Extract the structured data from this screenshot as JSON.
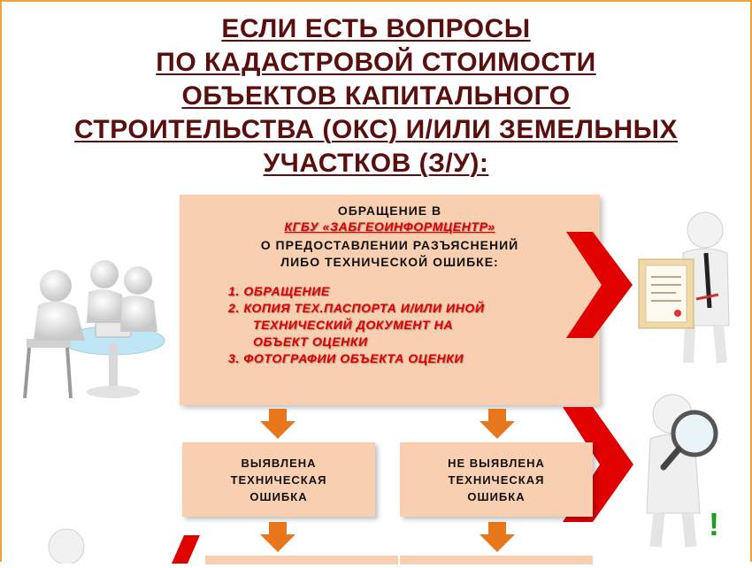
{
  "title": {
    "line1": "ЕСЛИ ЕСТЬ ВОПРОСЫ",
    "line2": "ПО КАДАСТРОВОЙ СТОИМОСТИ",
    "line3": "ОБЪЕКТОВ КАПИТАЛЬНОГО",
    "line4": "СТРОИТЕЛЬСТВА (ОКС) И/ИЛИ ЗЕМЕЛЬНЫХ",
    "line5": "УЧАСТКОВ (З/У):"
  },
  "main_box": {
    "header": "ОБРАЩЕНИЕ В",
    "organization": "КГБУ «ЗАБГЕОИНФОРМЦЕНТР»",
    "subject_line1": "О ПРЕДОСТАВЛЕНИИ РАЗЪЯСНЕНИЙ",
    "subject_line2": "ЛИБО ТЕХНИЧЕСКОЙ ОШИБКЕ:",
    "item1": "1. ОБРАЩЕНИЕ",
    "item2_line1": "2. КОПИЯ ТЕХ.ПАСПОРТА И/ИЛИ ИНОЙ",
    "item2_line2": "ТЕХНИЧЕСКИЙ ДОКУМЕНТ НА",
    "item2_line3": "ОБЪЕКТ ОЦЕНКИ",
    "item3": "3. ФОТОГРАФИИ ОБЪЕКТА ОЦЕНКИ"
  },
  "left_box": {
    "line1": "ВЫЯВЛЕНА",
    "line2": "ТЕХНИЧЕСКАЯ",
    "line3": "ОШИБКА"
  },
  "right_box": {
    "line1": "НЕ ВЫЯВЛЕНА",
    "line2": "ТЕХНИЧЕСКАЯ",
    "line3": "ОШИБКА"
  },
  "exclamation": "!",
  "colors": {
    "title": "#5a0f0f",
    "box_fill": "#f9cfb2",
    "accent_red": "#e00000",
    "arrow_orange": "#e8761c",
    "border_orange": "#f2a23a",
    "exclamation_green": "#1e9e1e"
  },
  "icons": [
    "meeting-people-icon",
    "person-with-document-icon",
    "person-with-magnifier-icon",
    "person-thinking-icon"
  ]
}
